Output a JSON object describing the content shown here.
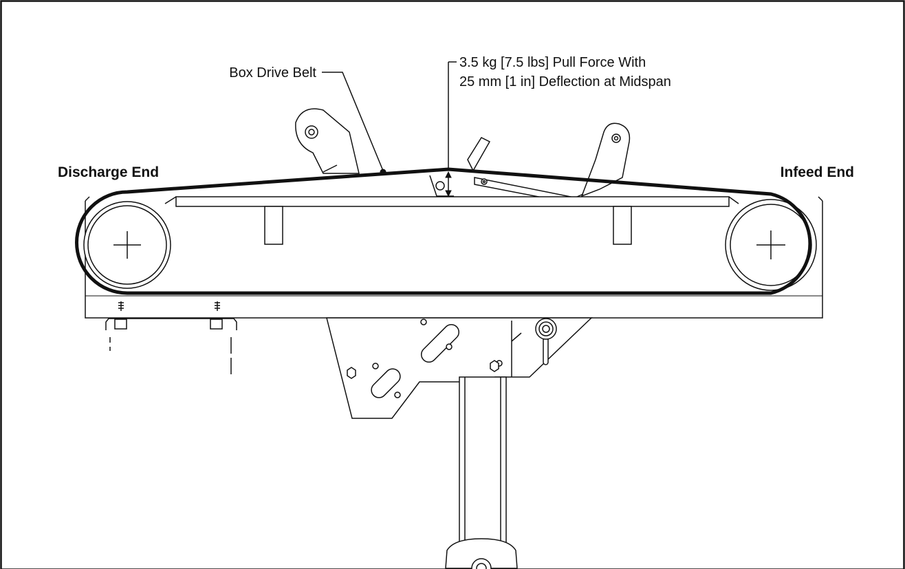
{
  "diagram": {
    "callouts": {
      "belt_label": "Box Drive Belt",
      "tension_line1": "3.5 kg [7.5 lbs] Pull Force With",
      "tension_line2": "25 mm [1 in] Deflection at Midspan",
      "discharge_label": "Discharge End",
      "infeed_label": "Infeed End"
    },
    "colors": {
      "line": "#111111",
      "background": "#ffffff"
    }
  }
}
